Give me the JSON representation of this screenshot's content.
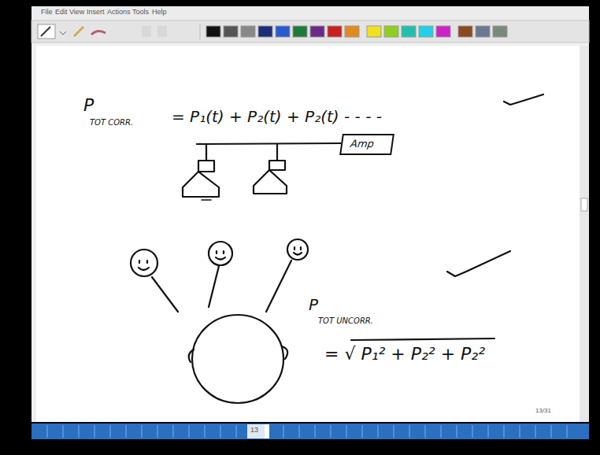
{
  "diagram": {
    "nodes": [
      {
        "text": [
          "Amp"
        ]
      }
    ],
    "labels": [
      "File",
      "Edit",
      "View",
      "Insert",
      "Actions",
      "Tools",
      "Help",
      "P",
      "TOT CORR.",
      "= P₁(t) + P₂(t) + P₂(t) - - - -",
      "P",
      "TOT UNCORR.",
      "= √ P₁² + P₂² + P₂²",
      "13/31",
      "13"
    ]
  }
}
